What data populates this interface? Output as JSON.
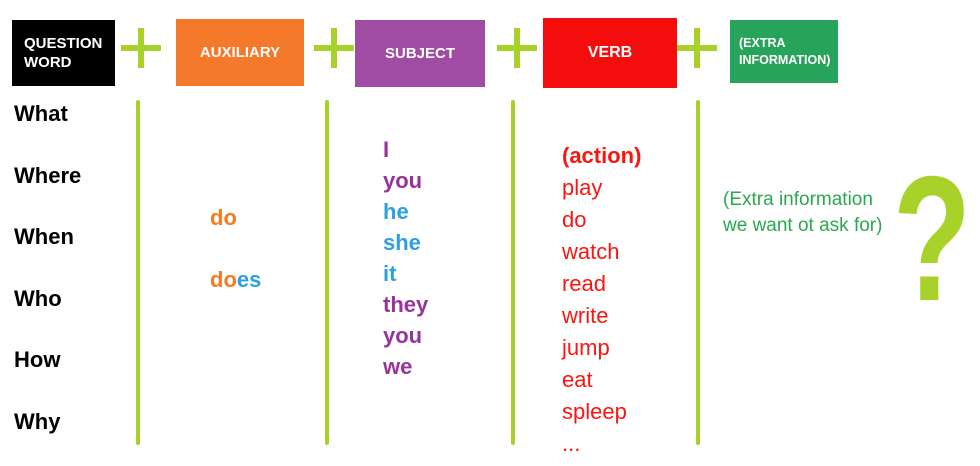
{
  "colors": {
    "lime": "#a8d229",
    "box-black": "#000000",
    "box-orange": "#f5792b",
    "box-purple": "#a14ca4",
    "box-red": "#f40d0d",
    "box-green": "#28a35b",
    "text-orange": "#f47b20",
    "text-blue": "#2e9fe0",
    "text-purple": "#99339c",
    "text-red": "#fb1511",
    "text-green": "#2ba84f"
  },
  "header": {
    "columns": [
      {
        "id": "question-word",
        "label": "QUESTION\nWORD"
      },
      {
        "id": "auxiliary",
        "label": "AUXILIARY"
      },
      {
        "id": "subject",
        "label": "SUBJECT"
      },
      {
        "id": "verb",
        "label": "VERB"
      },
      {
        "id": "extra-information",
        "label": "(EXTRA\nINFORMATION)"
      }
    ],
    "plus_symbol": "+"
  },
  "question_words": [
    "What",
    "Where",
    "When",
    "Who",
    "How",
    "Why"
  ],
  "auxiliaries": [
    {
      "segments": [
        {
          "text": "do",
          "color": "text-orange"
        }
      ]
    },
    {
      "segments": [
        {
          "text": "do",
          "color": "text-orange"
        },
        {
          "text": "es",
          "color": "text-blue"
        }
      ]
    }
  ],
  "subjects": [
    {
      "text": "I",
      "color": "text-purple"
    },
    {
      "text": "you",
      "color": "text-purple"
    },
    {
      "text": "he",
      "color": "text-blue"
    },
    {
      "text": "she",
      "color": "text-blue"
    },
    {
      "text": "it",
      "color": "text-blue"
    },
    {
      "text": "they",
      "color": "text-purple"
    },
    {
      "text": "you",
      "color": "text-purple"
    },
    {
      "text": "we",
      "color": "text-purple"
    }
  ],
  "verbs": {
    "heading": "(action)",
    "items": [
      "play",
      "do",
      "watch",
      "read",
      "write",
      "jump",
      "eat",
      "spleep",
      "..."
    ]
  },
  "extra": {
    "note": "(Extra information\nwe want ot ask for)",
    "question_mark": "?"
  }
}
